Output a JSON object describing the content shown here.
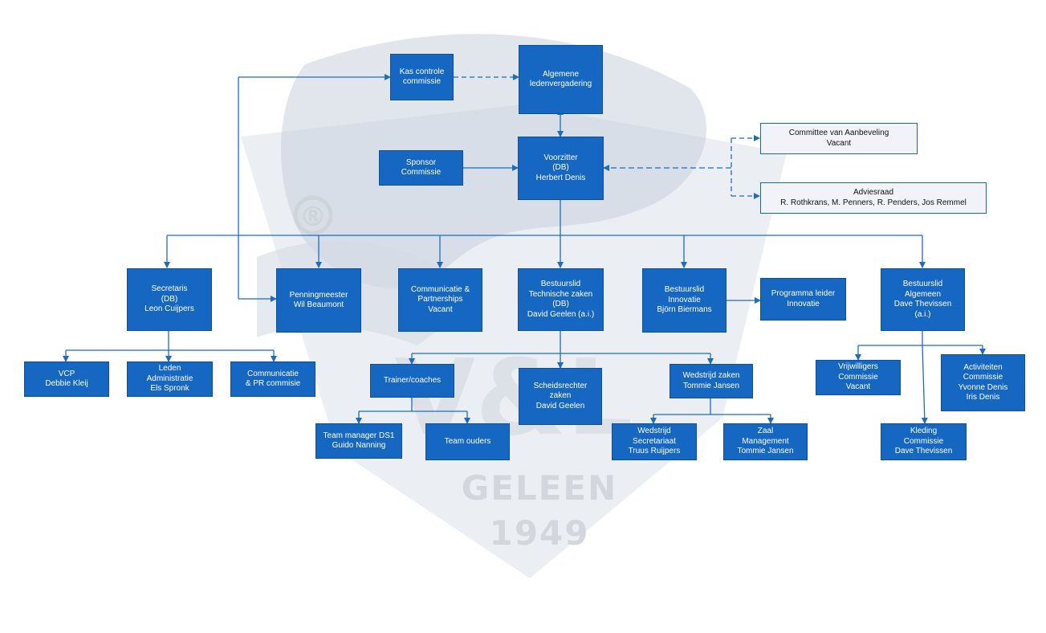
{
  "watermark": {
    "line1": "GELEEN",
    "line2": "1949",
    "registered": "®"
  },
  "nodes": {
    "kas": "Kas controle\ncommissie",
    "alv": "Algemene\nledenvergadering",
    "sponsor": "Sponsor\nCommissie",
    "voorzitter": "Voorzitter\n(DB)\nHerbert Denis",
    "committee": "Committee van Aanbeveling\nVacant",
    "adviesraad_title": "Adviesraad",
    "adviesraad_members": "R. Rothkrans, M. Penners, R. Penders, Jos Remmel",
    "secretaris": "Secretaris\n(DB)\nLeon Cuijpers",
    "penningmeester": "Penningmeester\nWil Beaumont",
    "communicatie": "Communicatie &\nPartnerships\nVacant",
    "technische": "Bestuurslid\nTechnische zaken\n(DB)\nDavid Geelen (a.i.)",
    "innovatie": "Bestuurslid\nInnovatie\nBjörn Biermans",
    "programma": "Programma leider\nInnovatie",
    "algemeen": "Bestuurslid\nAlgemeen\nDave Thevissen\n(a.i.)",
    "vcp": "VCP\nDebbie Kleij",
    "leden": "Leden\nAdministratie\nEls Spronk",
    "comm_pr": "Communicatie\n& PR commisie",
    "trainer": "Trainer/coaches",
    "scheidsrechter": "Scheidsrechter\nzaken\nDavid Geelen",
    "wedstrijd": "Wedstrijd zaken\nTommie Jansen",
    "teammanager": "Team manager DS1\nGuido Nanning",
    "teamouders": "Team ouders",
    "wedstrijd_sec": "Wedstrijd\nSecretariaat\nTruus Ruijpers",
    "zaal": "Zaal\nManagement\nTommie Jansen",
    "vrijwilligers": "Vrijwilligers\nCommissie\nVacant",
    "activiteiten": "Activiteiten\nCommissie\nYvonne Denis\nIris Denis",
    "kleding": "Kleding\nCommissie\nDave Thevissen"
  },
  "colors": {
    "box": "#1567c1",
    "line": "#1f6bbf",
    "watermark": "#d3d6dc"
  }
}
